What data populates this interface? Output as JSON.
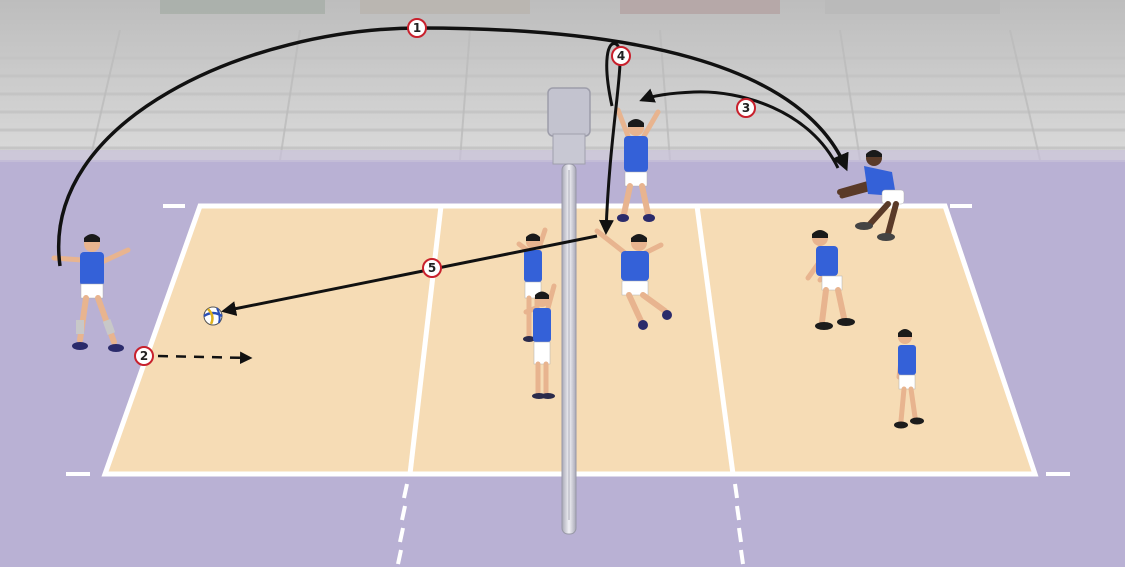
{
  "diagram": {
    "type": "volleyball-play-sequence",
    "colors": {
      "arena_floor": "#b9b1d4",
      "stands": "#cfcfcf",
      "court": "#f6dcb5",
      "court_lines": "#ffffff",
      "jersey": "#3461d8",
      "shorts": "#ffffff",
      "skin": "#e8b48f",
      "dark_skin": "#5a3a28",
      "hair": "#1a1a1a",
      "arrow": "#111111",
      "marker_ring": "#c8202c",
      "net_post": "#c9c9d2"
    },
    "players": [
      {
        "role": "server",
        "side": "left",
        "pose": "serve"
      },
      {
        "role": "blocker",
        "side": "left",
        "pose": "block"
      },
      {
        "role": "blocker",
        "side": "left",
        "pose": "block"
      },
      {
        "role": "setter",
        "side": "right",
        "pose": "set"
      },
      {
        "role": "passer",
        "side": "right",
        "pose": "pass"
      },
      {
        "role": "attacker",
        "side": "right",
        "pose": "attack"
      },
      {
        "role": "defender",
        "side": "right",
        "pose": "ready"
      },
      {
        "role": "defender",
        "side": "right",
        "pose": "ready"
      }
    ],
    "steps": [
      {
        "number": "1",
        "action": "serve",
        "style": "solid"
      },
      {
        "number": "2",
        "action": "server-move",
        "style": "dashed"
      },
      {
        "number": "3",
        "action": "pass",
        "style": "solid"
      },
      {
        "number": "4",
        "action": "set",
        "style": "solid"
      },
      {
        "number": "5",
        "action": "attack",
        "style": "solid"
      }
    ],
    "ball": {
      "icon": "volleyball-icon"
    }
  }
}
